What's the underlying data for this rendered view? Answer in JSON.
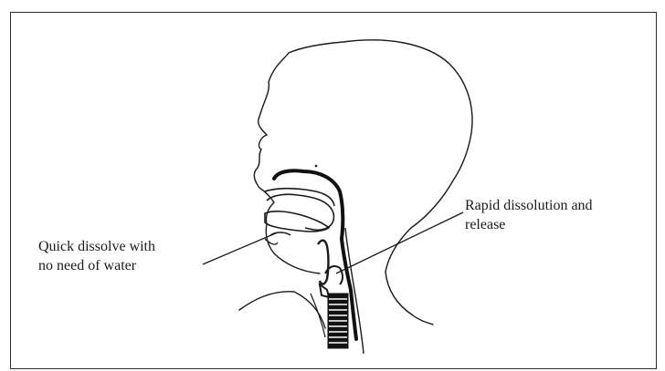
{
  "labels": {
    "mouth_callout": {
      "line1": "Quick dissolve with",
      "line2": "no need of water"
    },
    "throat_callout": {
      "line1": "Rapid dissolution and",
      "line2": "release"
    }
  },
  "colors": {
    "ink": "#1a1a1a",
    "frame": "#2b2b2b",
    "background": "#ffffff"
  }
}
